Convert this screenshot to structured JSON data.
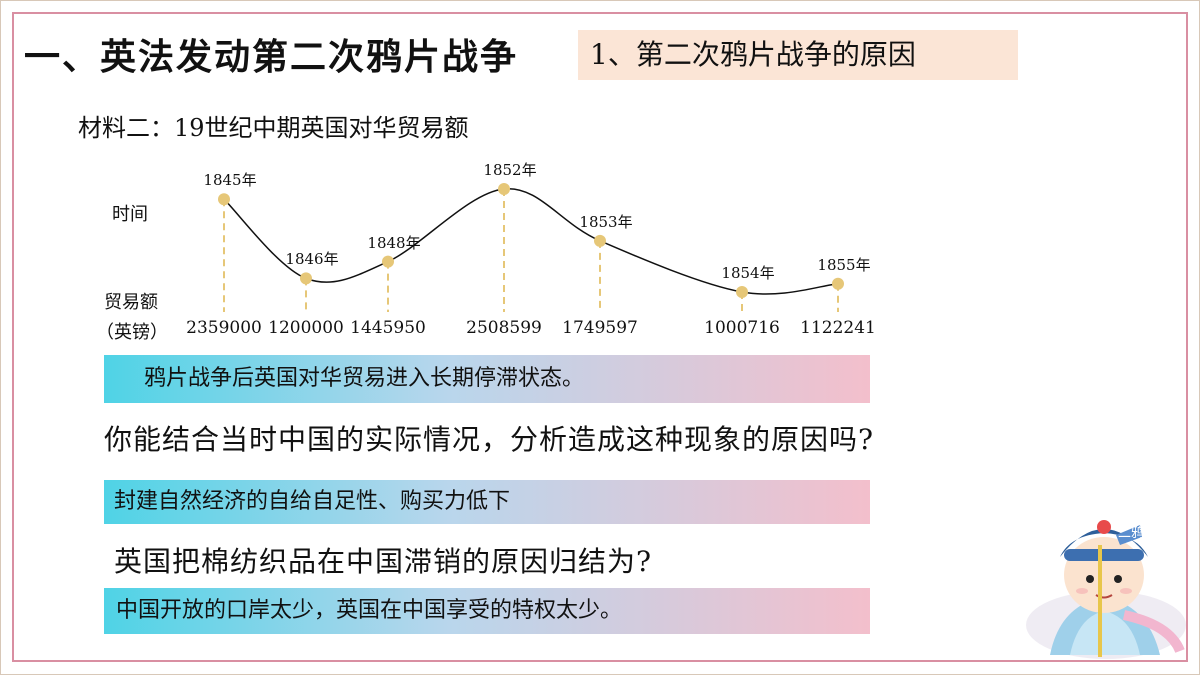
{
  "heading": "一、英法发动第二次鸦片战争",
  "subheading": "1、第二次鸦片战争的原因",
  "material_title": "材料二：19世纪中期英国对华贸易额",
  "labels": {
    "time": "时间",
    "trade_line1": "贸易额",
    "trade_line2": "（英镑）"
  },
  "chart_data": {
    "type": "line",
    "categories": [
      "1845年",
      "1846年",
      "1848年",
      "1852年",
      "1853年",
      "1854年",
      "1855年"
    ],
    "values": [
      2359000,
      1200000,
      1445950,
      2508599,
      1749597,
      1000716,
      1122241
    ],
    "value_labels": [
      "2359000",
      "1200000",
      "1445950",
      "2508599",
      "1749597",
      "1000716",
      "1122241"
    ],
    "title": "",
    "xlabel": "时间",
    "ylabel": "贸易额（英镑）",
    "ylim": [
      1000716,
      2508599
    ],
    "grid": false,
    "colors": {
      "line": "#111111",
      "point": "#e6c778",
      "dash": "#e6c778"
    }
  },
  "box1": "鸦片战争后英国对华贸易进入长期停滞状态。",
  "question1": "你能结合当时中国的实际情况，分析造成这种现象的原因吗?",
  "box2": "封建自然经济的自给自足性、购买力低下",
  "question2": "英国把棉纺织品在中国滞销的原因归结为?",
  "box3": "中国开放的口岸太少，英国在中国享受的特权太少。",
  "mascot": {
    "badge_text": "二鸦",
    "icon": "qing-official-cartoon-icon"
  }
}
